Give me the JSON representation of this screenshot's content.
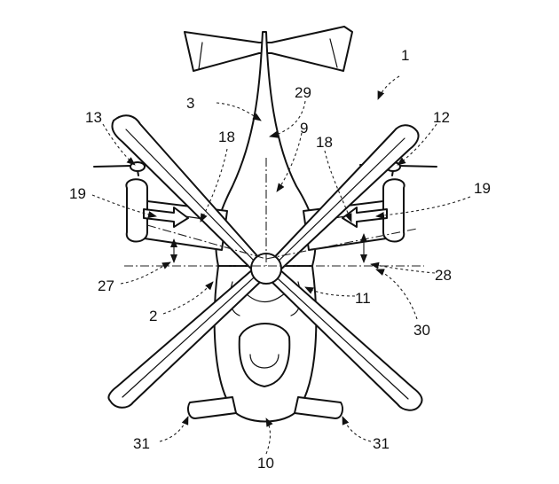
{
  "figure": {
    "references": {
      "r1": "1",
      "r2": "2",
      "r3": "3",
      "r9": "9",
      "r10": "10",
      "r11": "11",
      "r12": "12",
      "r13": "13",
      "r18_left": "18",
      "r18_right": "18",
      "r19_left": "19",
      "r19_right": "19",
      "r27": "27",
      "r28": "28",
      "r29": "29",
      "r30": "30",
      "r31_left": "31",
      "r31_right": "31"
    }
  }
}
